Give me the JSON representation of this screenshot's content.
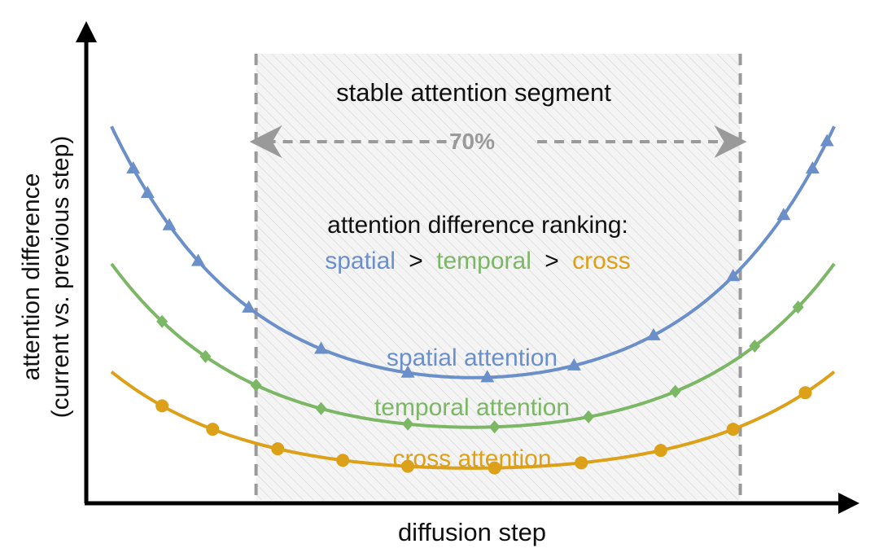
{
  "chart_data": {
    "type": "line",
    "xlabel": "diffusion step",
    "ylabel_line1": "attention difference",
    "ylabel_line2": "(current vs. previous step)",
    "segment": {
      "title": "stable attention segment",
      "percent_label": "70%"
    },
    "ranking": {
      "title": "attention difference ranking:",
      "items": [
        "spatial",
        "temporal",
        "cross"
      ],
      "separator": ">"
    },
    "series": [
      {
        "name": "spatial attention",
        "color": "#6b8fc9",
        "marker": "triangle",
        "marker_x": [
          0.03,
          0.05,
          0.08,
          0.12,
          0.19,
          0.29,
          0.41,
          0.52,
          0.64,
          0.75,
          0.86,
          0.93,
          0.97,
          0.99
        ],
        "curve": {
          "base": 0.38,
          "amp": 0.86,
          "k": 2.6
        }
      },
      {
        "name": "temporal attention",
        "color": "#7cb766",
        "marker": "diamond",
        "marker_x": [
          0.07,
          0.13,
          0.2,
          0.29,
          0.41,
          0.53,
          0.66,
          0.78,
          0.89,
          0.95
        ],
        "curve": {
          "base": 0.21,
          "amp": 0.56,
          "k": 2.6
        }
      },
      {
        "name": "cross attention",
        "color": "#dca019",
        "marker": "circle",
        "marker_x": [
          0.07,
          0.14,
          0.23,
          0.32,
          0.41,
          0.53,
          0.65,
          0.76,
          0.86,
          0.96
        ],
        "curve": {
          "base": 0.07,
          "amp": 0.33,
          "k": 2.6
        }
      }
    ],
    "x_range": [
      0,
      1
    ],
    "y_range": [
      0,
      1.45
    ],
    "stable_range": [
      0.2,
      0.87
    ],
    "grid": false,
    "ticks": false
  }
}
